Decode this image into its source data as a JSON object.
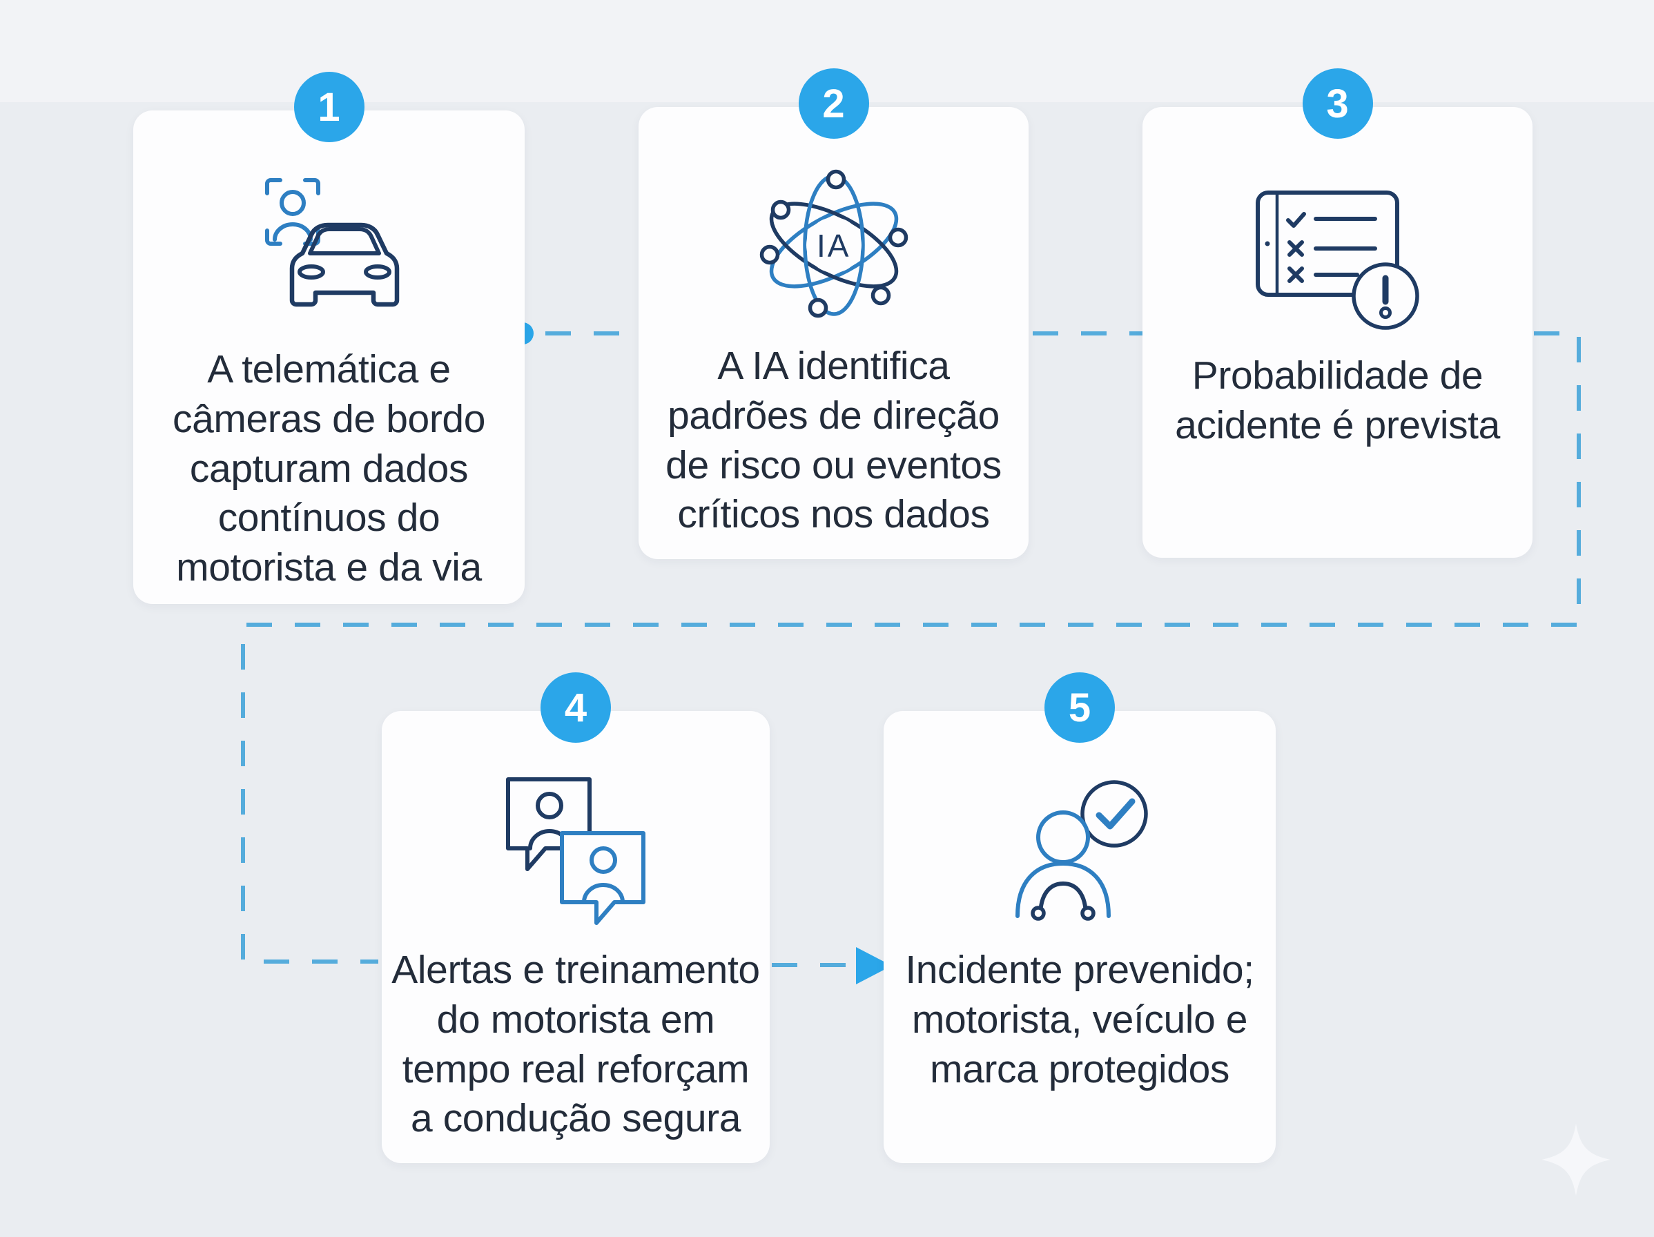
{
  "infographic": {
    "language": "pt-BR",
    "steps": [
      {
        "number": "1",
        "description": "A telemática e câmeras de bordo capturam dados contínuos do motorista e da via",
        "icon": "driver-camera-and-car-icon"
      },
      {
        "number": "2",
        "description": "A IA identifica padrões de direção de risco ou eventos críticos nos dados",
        "icon": "ai-atom-icon",
        "icon_text": "IA"
      },
      {
        "number": "3",
        "description": "Probabilidade de acidente é prevista",
        "icon": "tablet-checklist-alert-icon"
      },
      {
        "number": "4",
        "description": "Alertas e treinamento do motorista em tempo real reforçam a condução segura",
        "icon": "chat-bubbles-people-icon"
      },
      {
        "number": "5",
        "description": "Incidente prevenido; motorista, veículo e marca protegidos",
        "icon": "driver-checkmark-icon"
      }
    ],
    "flow": {
      "connections": [
        "1-2",
        "2-3",
        "3-4",
        "4-5"
      ],
      "start_marker": "dot",
      "end_marker": "arrow"
    },
    "colors": {
      "accent_blue": "#2BA6E9",
      "connector_blue": "#55ACDC",
      "icon_navy": "#1F3B63",
      "icon_blue": "#2E7FC2",
      "text": "#232C3A",
      "card_bg": "#FDFDFE",
      "page_bg": "#EAEDF1",
      "page_band": "#F2F3F6"
    }
  }
}
